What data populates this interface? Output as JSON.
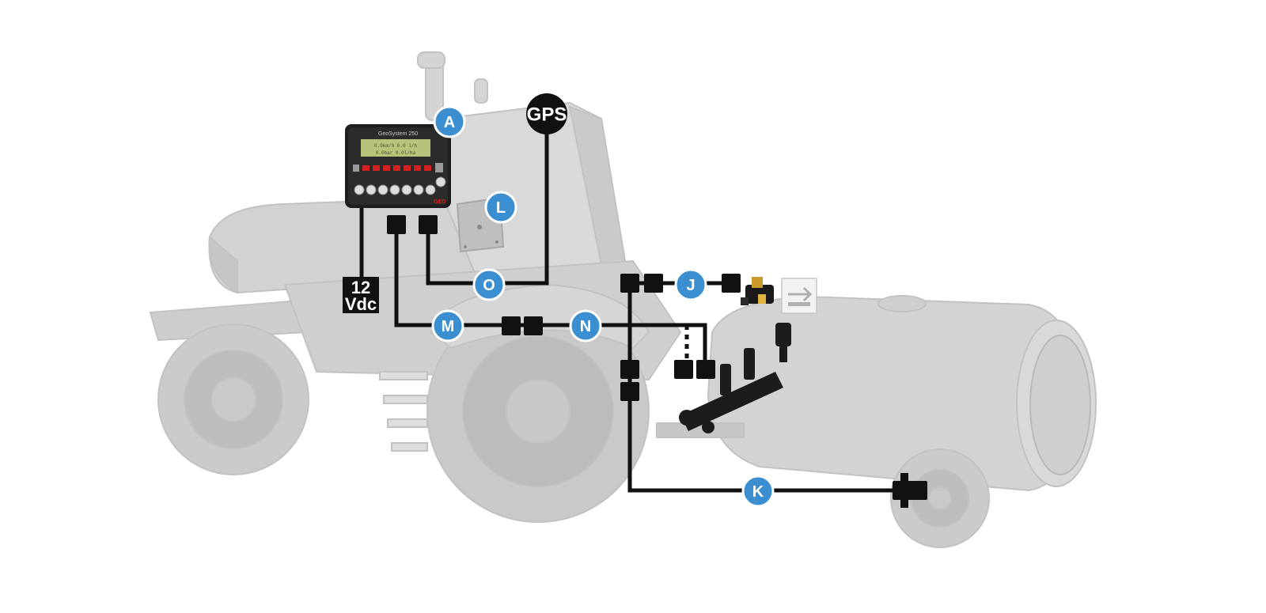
{
  "diagram": {
    "gps_label": "GPS",
    "power_label_line1": "12",
    "power_label_line2": "Vdc",
    "console": {
      "title": "GeoSystem 250",
      "screen_line1": "0.0km/h  0.0 l/h",
      "screen_line2": "0.0bar  0.0l/ha",
      "brand": "GEO"
    },
    "badges": {
      "A": "A",
      "L": "L",
      "O": "O",
      "M": "M",
      "N": "N",
      "J": "J",
      "K": "K"
    },
    "colors": {
      "badge": "#3b8fd1",
      "cable": "#111111",
      "machine": "#d4d4d4",
      "machine_dark": "#bdbdbd"
    }
  }
}
